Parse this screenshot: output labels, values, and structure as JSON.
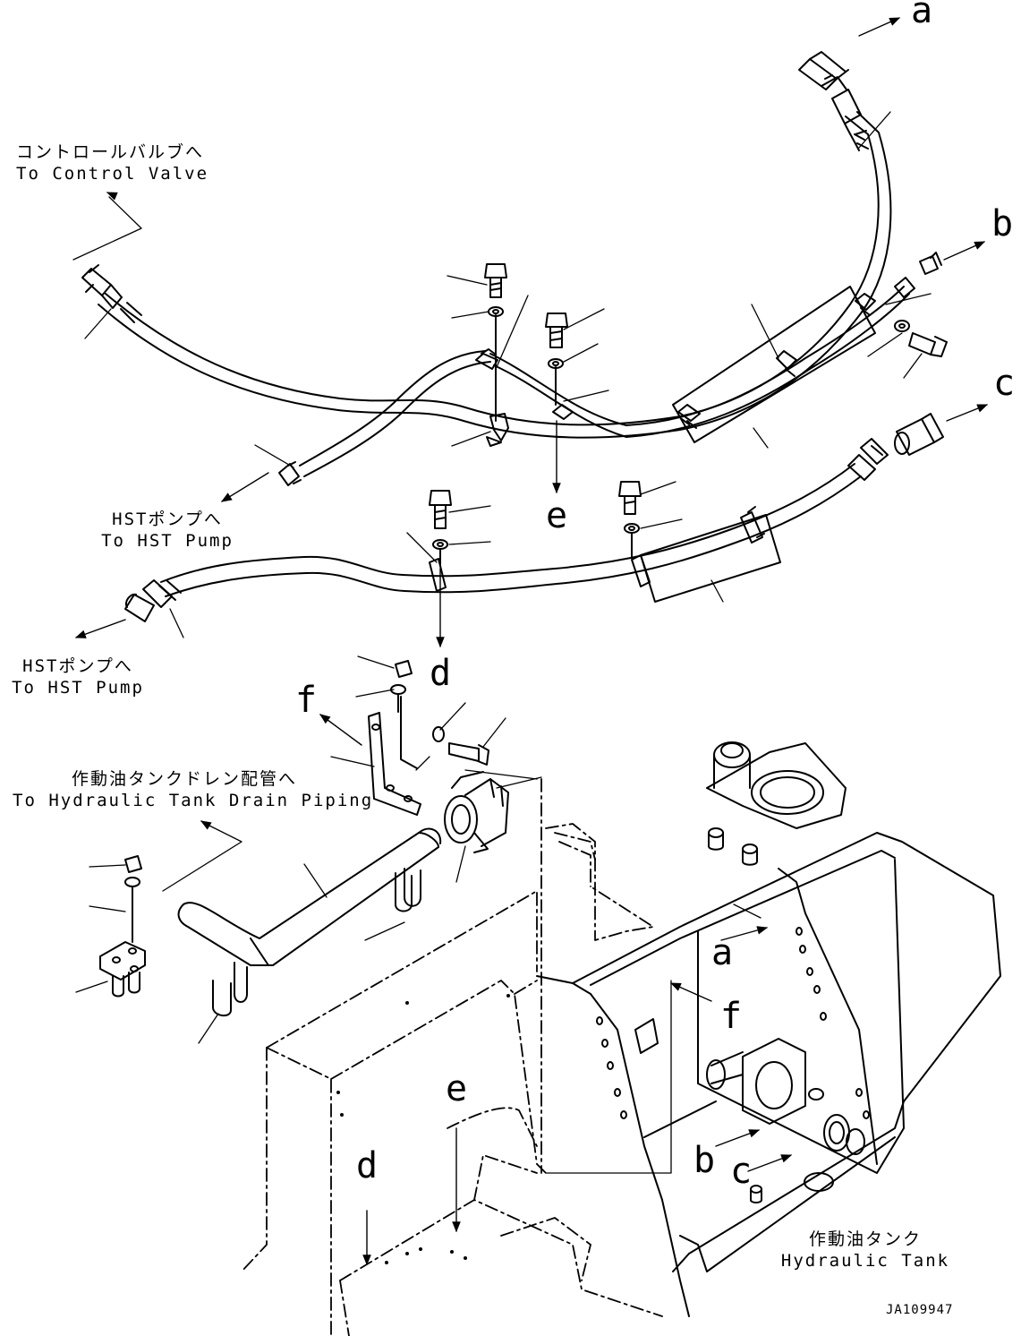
{
  "labels": {
    "control_valve_jp": "コントロールバルブへ",
    "control_valve_en": "To Control Valve",
    "hst_pump_upper_jp": "HSTポンプへ",
    "hst_pump_upper_en": "To HST Pump",
    "hst_pump_lower_jp": "HSTポンプへ",
    "hst_pump_lower_en": "To HST Pump",
    "drain_piping_jp": "作動油タンクドレン配管へ",
    "drain_piping_en": "To Hydraulic Tank Drain Piping",
    "tank_jp": "作動油タンク",
    "tank_en": "Hydraulic Tank"
  },
  "refs": {
    "a_top": "a",
    "b_top": "b",
    "c_top": "c",
    "d_mid": "d",
    "e_mid": "e",
    "f_mid": "f",
    "a_tank": "a",
    "f_tank": "f",
    "b_tank": "b",
    "c_tank": "c",
    "d_low": "d",
    "e_low": "e"
  },
  "drawing_code": "JA109947",
  "colors": {
    "line": "#000000",
    "background": "#ffffff"
  }
}
